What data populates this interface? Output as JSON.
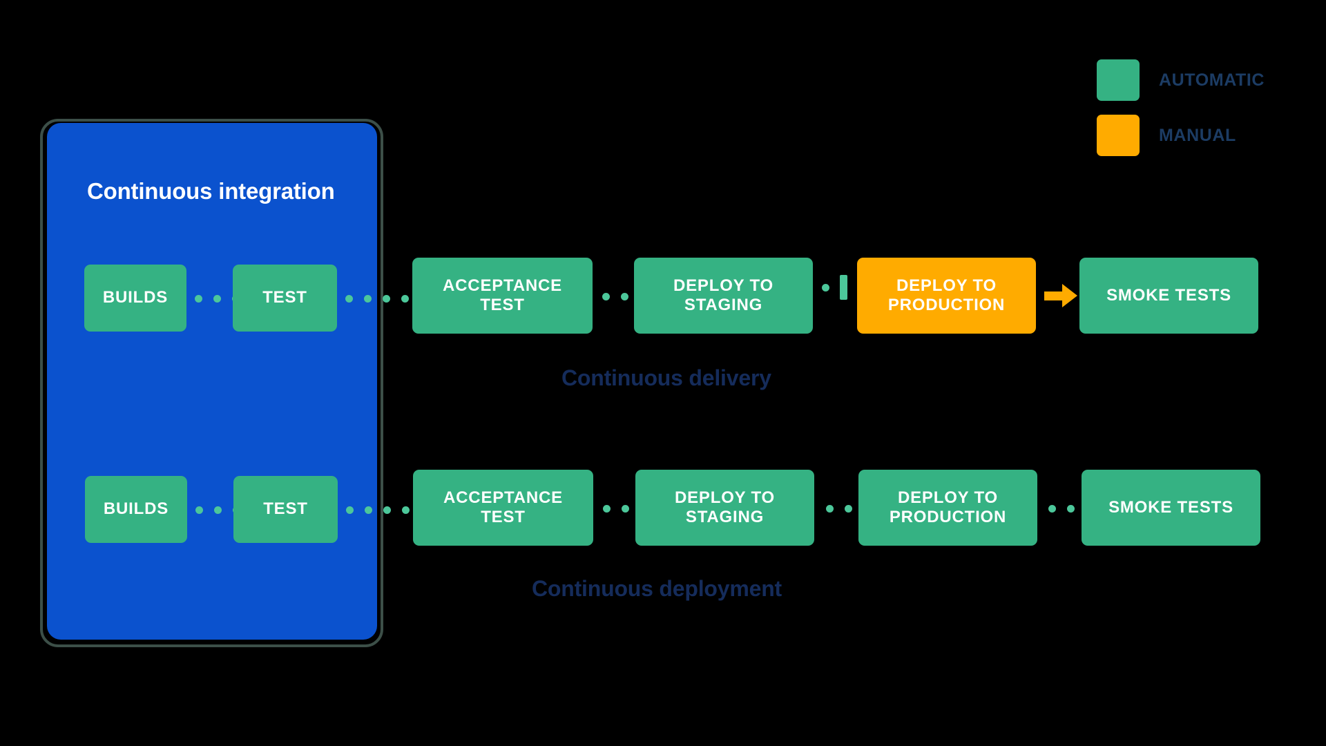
{
  "legend": {
    "items": [
      {
        "label": "AUTOMATIC",
        "color": "#35b283",
        "icon": "green-square-icon"
      },
      {
        "label": "MANUAL",
        "color": "#ffab00",
        "icon": "orange-square-icon"
      }
    ]
  },
  "ci": {
    "title": "Continuous integration",
    "color": "#0b52ce"
  },
  "rows": [
    {
      "caption": "Continuous delivery",
      "nodes": [
        {
          "label": "BUILDS",
          "type": "automatic"
        },
        {
          "label": "TEST",
          "type": "automatic"
        },
        {
          "label": "ACCEPTANCE TEST",
          "line1": "ACCEPTANCE",
          "line2": "TEST",
          "type": "automatic"
        },
        {
          "label": "DEPLOY TO STAGING",
          "line1": "DEPLOY TO",
          "line2": "STAGING",
          "type": "automatic"
        },
        {
          "label": "DEPLOY TO PRODUCTION",
          "line1": "DEPLOY TO",
          "line2": "PRODUCTION",
          "type": "manual"
        },
        {
          "label": "SMOKE TESTS",
          "type": "automatic"
        }
      ]
    },
    {
      "caption": "Continuous deployment",
      "nodes": [
        {
          "label": "BUILDS",
          "type": "automatic"
        },
        {
          "label": "TEST",
          "type": "automatic"
        },
        {
          "label": "ACCEPTANCE TEST",
          "line1": "ACCEPTANCE",
          "line2": "TEST",
          "type": "automatic"
        },
        {
          "label": "DEPLOY TO STAGING",
          "line1": "DEPLOY TO",
          "line2": "STAGING",
          "type": "automatic"
        },
        {
          "label": "DEPLOY TO PRODUCTION",
          "line1": "DEPLOY TO",
          "line2": "PRODUCTION",
          "type": "automatic"
        },
        {
          "label": "SMOKE TESTS",
          "type": "automatic"
        }
      ]
    }
  ],
  "colors": {
    "background": "#000000",
    "automatic": "#35b283",
    "manual": "#ffab00",
    "ci_blue": "#0b52ce",
    "caption_navy": "#152c5b",
    "legend_text": "#1c3c64",
    "dot_green": "#4cc79a",
    "outline": "#3c4f48"
  }
}
